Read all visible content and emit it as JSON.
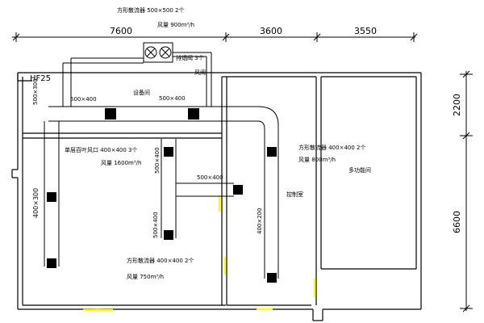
{
  "dimensions": {
    "top": [
      "7600",
      "3600",
      "3550"
    ],
    "right": [
      "2200",
      "6600"
    ]
  },
  "labels": {
    "top_diffuser": "方形散流器 500×500 2个",
    "top_airflow": "风量 900m³/h",
    "exhaust_valve": "排烟阀 3个",
    "fire_damper": "风阀",
    "hf_unit": "HF25",
    "left_small_duct": "500×300",
    "equipment_room": "设备间",
    "duct_main_left": "500×400",
    "duct_main_right": "500×400",
    "single_louver": "单层百叶风口 400×400 3个",
    "louver_airflow": "风量 1600m³/h",
    "vertical_duct_left": "400×300",
    "vertical_duct_mid": "500×400",
    "vertical_duct_mid2": "500×400",
    "branch_duct": "500×400",
    "right_diffuser": "方形散流器 400×400 2个",
    "right_airflow": "风量 800m³/h",
    "multi_room": "多功能间",
    "control_room": "控制室",
    "right_vertical_duct": "400×200",
    "bottom_diffuser": "方形散流器 400×400 2个",
    "bottom_airflow": "风量 750m³/h"
  },
  "colors": {
    "line": "#000000",
    "door": "#ffff00"
  },
  "icons": {
    "fan": "fan-icon",
    "diffuser": "square-diffuser-icon"
  }
}
